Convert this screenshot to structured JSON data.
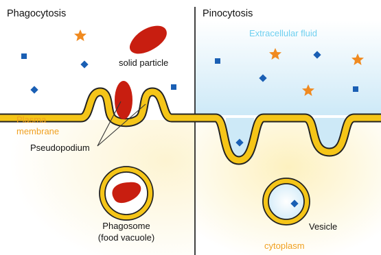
{
  "titles": {
    "left": "Phagocytosis",
    "right": "Pinocytosis"
  },
  "labels": {
    "solid_particle": "solid particle",
    "plasma": "Plasma",
    "membrane": "membrane",
    "pseudopodium": "Pseudopodium",
    "phagosome": "Phagosome",
    "food_vacuole": "(food vacuole)",
    "extracellular_fluid": "Extracellular fluid",
    "vesicle": "Vesicle",
    "cytoplasm": "cytoplasm"
  },
  "colors": {
    "membrane_fill": "#f5c518",
    "membrane_stroke": "#222222",
    "particle": "#c81e10",
    "fluid": "#d6eef8",
    "cytoplasm": "#fdf4cc",
    "star": "#f08a20",
    "diamond": "#1a5fb4",
    "label_orange": "#f0a020",
    "label_cyan": "#6fd0f0"
  },
  "icons": [
    "star-icon",
    "diamond-icon"
  ]
}
